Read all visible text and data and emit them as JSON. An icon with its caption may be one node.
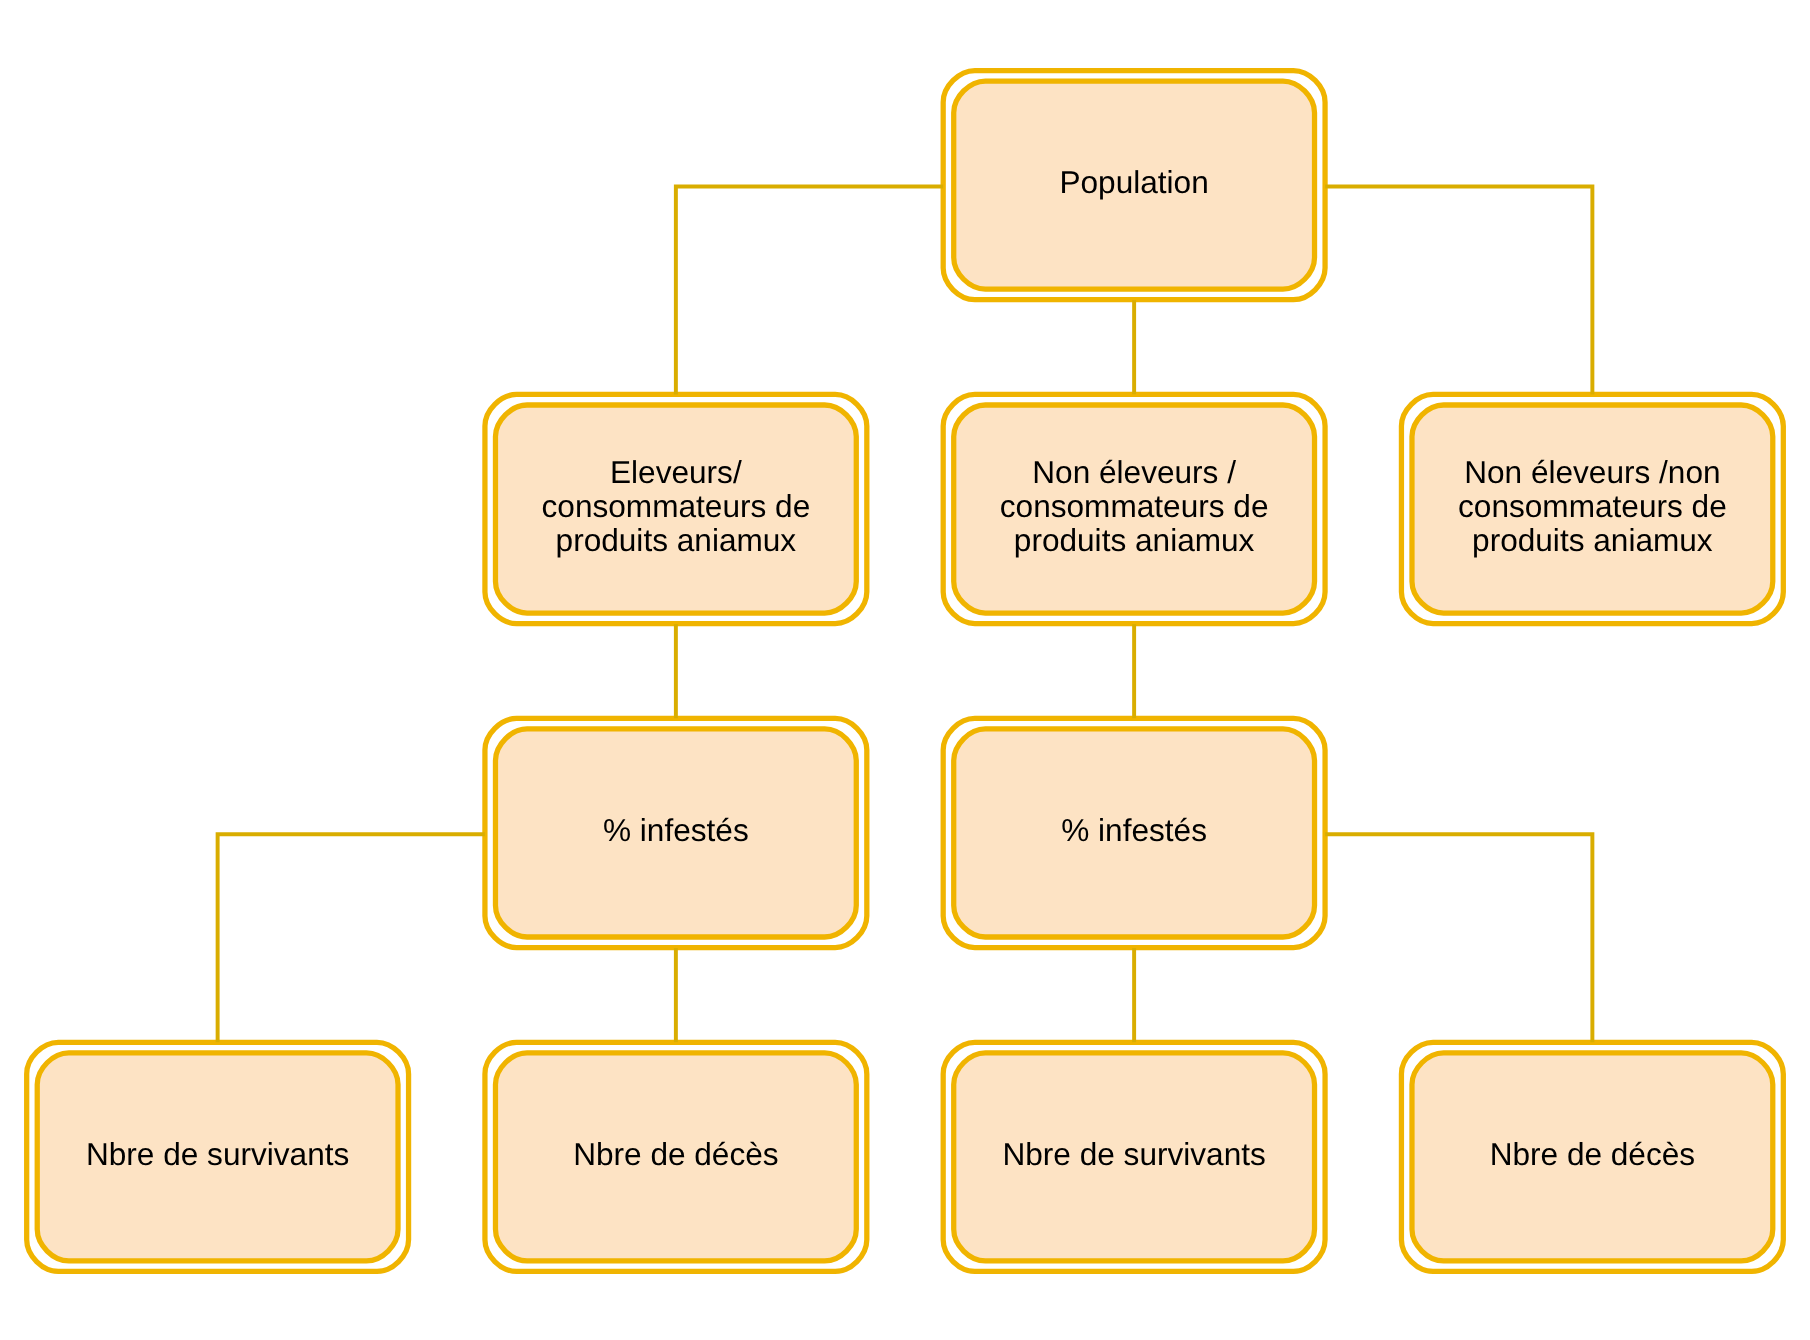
{
  "diagram": {
    "nodes": [
      {
        "text": [
          "Population"
        ]
      },
      {
        "text": [
          "Eleveurs/ consommateurs de produits aniamux"
        ]
      },
      {
        "text": [
          "Non éleveurs / consommateurs de produits aniamux"
        ]
      },
      {
        "text": [
          "Non éleveurs /non consommateurs de produits aniamux"
        ]
      },
      {
        "text": [
          "% infestés"
        ]
      },
      {
        "text": [
          "% infestés"
        ]
      },
      {
        "text": [
          "Nbre de survivants"
        ]
      },
      {
        "text": [
          "Nbre de décès"
        ]
      },
      {
        "text": [
          "Nbre de survivants"
        ]
      },
      {
        "text": [
          "Nbre de décès"
        ]
      }
    ],
    "edges": [
      {
        "from": 0,
        "to": 1,
        "arrow": "none"
      },
      {
        "from": 0,
        "to": 2,
        "arrow": "none"
      },
      {
        "from": 0,
        "to": 3,
        "arrow": "none"
      },
      {
        "from": 1,
        "to": 4,
        "arrow": "none"
      },
      {
        "from": 2,
        "to": 5,
        "arrow": "none"
      },
      {
        "from": 4,
        "to": 6,
        "arrow": "none"
      },
      {
        "from": 4,
        "to": 7,
        "arrow": "none"
      },
      {
        "from": 5,
        "to": 8,
        "arrow": "none"
      },
      {
        "from": 5,
        "to": 9,
        "arrow": "none"
      }
    ]
  }
}
